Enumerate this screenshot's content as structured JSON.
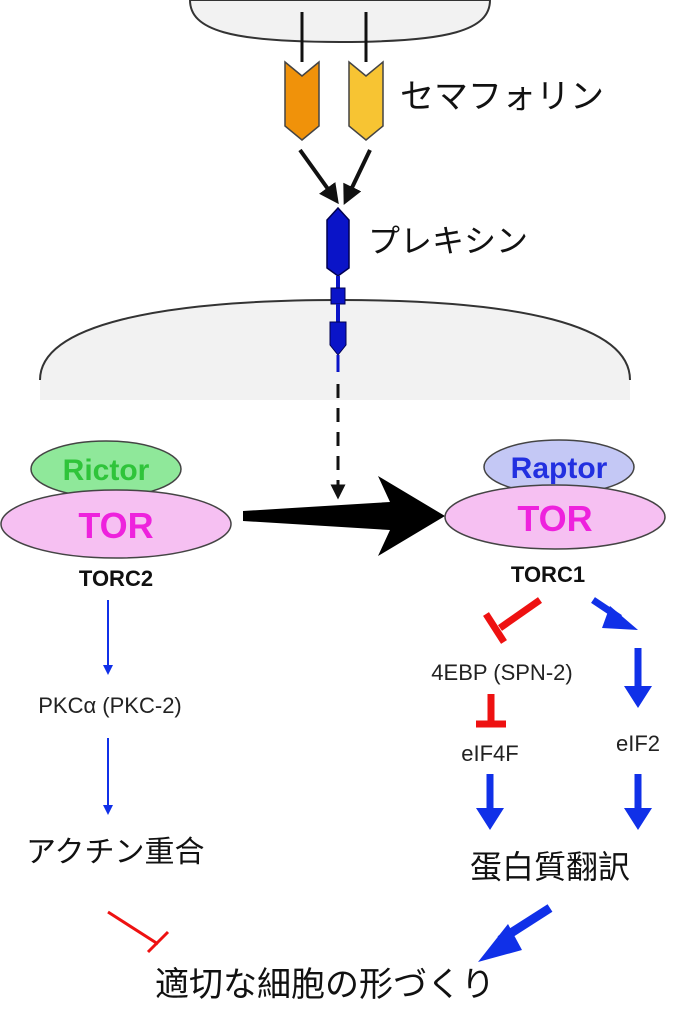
{
  "labels": {
    "semaphorin": "セマフォリン",
    "plexin": "プレキシン",
    "rictor": "Rictor",
    "raptor": "Raptor",
    "tor_left": "TOR",
    "tor_right": "TOR",
    "torc2": "TORC2",
    "torc1": "TORC1",
    "pkc": "PKCα (PKC-2)",
    "ebp": "4EBP (SPN-2)",
    "eif4f": "eIF4F",
    "eif2": "eIF2",
    "actin": "アクチン重合",
    "translation": "蛋白質翻訳",
    "cell_shape": "適切な細胞の形づくり"
  },
  "colors": {
    "semaphorin_left": "#f0920a",
    "semaphorin_right": "#f7c433",
    "plexin": "#0a14c8",
    "rictor_fill": "#8fe89a",
    "rictor_text": "#2fc43a",
    "raptor_fill": "#c4c8f5",
    "raptor_text": "#2230e0",
    "tor_fill": "#f6c0f2",
    "tor_text": "#ee22dd",
    "activation_arrow": "#1030e8",
    "inhibition": "#ee1111",
    "cell_fill": "#f2f2f2"
  }
}
